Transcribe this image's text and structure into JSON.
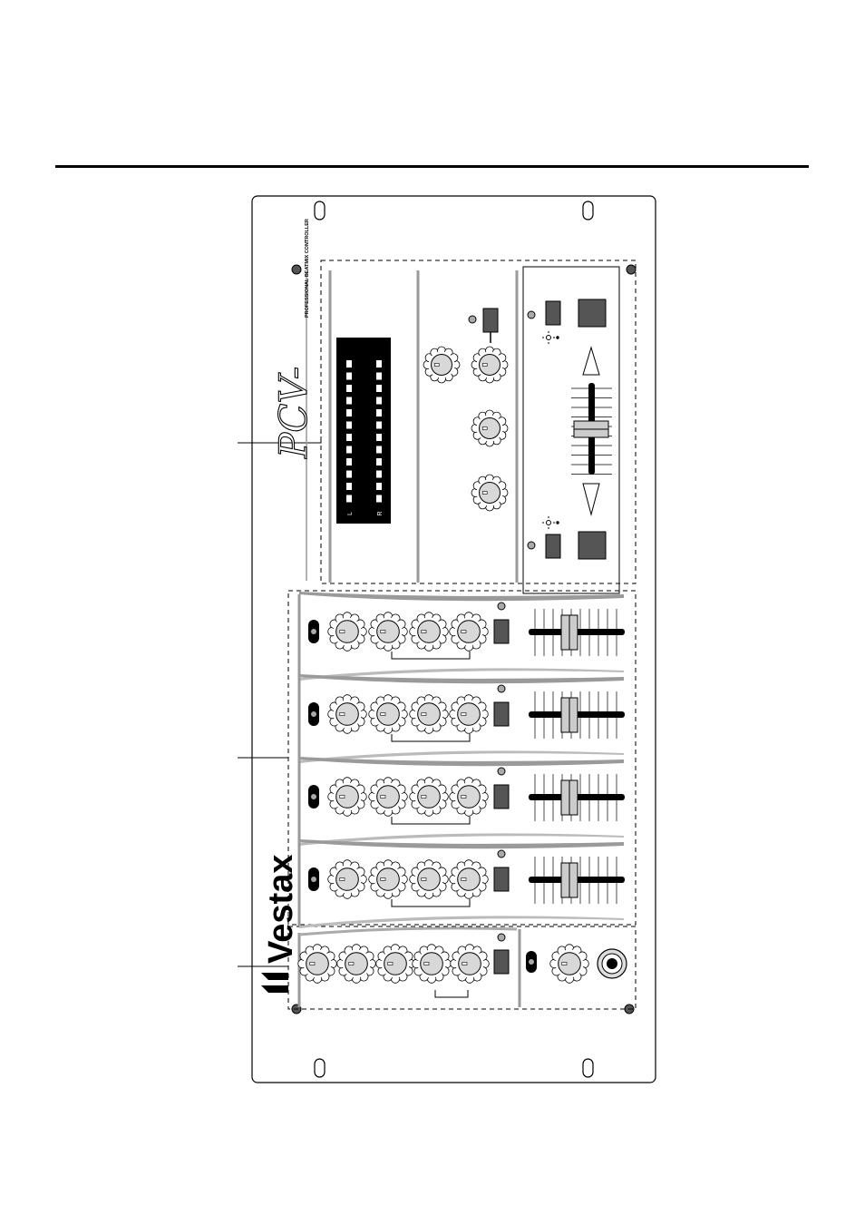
{
  "document": {
    "figure": {
      "brand_logo": "Vestax",
      "model_logo": "PCV-",
      "model_tagline": "PROFESSIONAL BEATMIX CONTROLLER",
      "meter_labels": [
        "L",
        "R"
      ],
      "meter_segments": 12,
      "channel_strip_count": 4,
      "icons": [
        "mounting-hole",
        "screw",
        "knob",
        "push-button",
        "led",
        "fader",
        "arrow-up",
        "arrow-down",
        "sun-icon",
        "headphone-jack"
      ],
      "colors": {
        "line": "#000000",
        "knob_fill": "#d8d8d8",
        "meter_bg": "#000000",
        "button_fill": "#555555",
        "accent_gray": "#9a9a9a"
      }
    }
  }
}
